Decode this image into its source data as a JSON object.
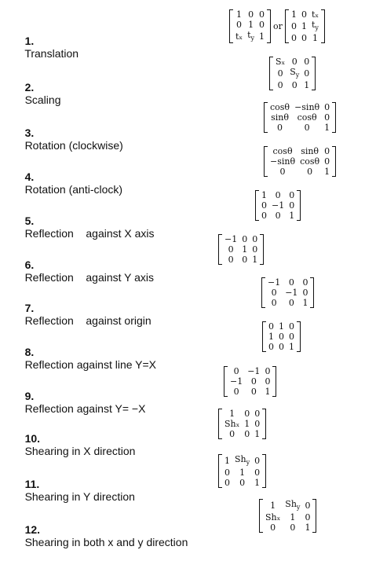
{
  "rows": [
    {
      "number": "1.",
      "title": "Translation",
      "or_text": "or",
      "matrix_a": [
        [
          "1",
          "0",
          "0"
        ],
        [
          "0",
          "1",
          "0"
        ],
        [
          "tₓ",
          "t_y",
          "1"
        ]
      ],
      "matrix_b": [
        [
          "1",
          "0",
          "tₓ"
        ],
        [
          "0",
          "1",
          "t_y"
        ],
        [
          "0",
          "0",
          "1"
        ]
      ]
    },
    {
      "number": "2.",
      "title": "Scaling",
      "matrix": [
        [
          "Sₓ",
          "0",
          "0"
        ],
        [
          "0",
          "S_y",
          "0"
        ],
        [
          "0",
          "0",
          "1"
        ]
      ]
    },
    {
      "number": "3.",
      "title": "Rotation (clockwise)",
      "matrix": [
        [
          "cosθ",
          "−sinθ",
          "0"
        ],
        [
          "sinθ",
          "cosθ",
          "0"
        ],
        [
          "0",
          "0",
          "1"
        ]
      ]
    },
    {
      "number": "4.",
      "title": "Rotation (anti-clock)",
      "matrix": [
        [
          "cosθ",
          "sinθ",
          "0"
        ],
        [
          "−sinθ",
          "cosθ",
          "0"
        ],
        [
          "0",
          "0",
          "1"
        ]
      ]
    },
    {
      "number": "5.",
      "title": "Reflection    against X axis",
      "matrix": [
        [
          "1",
          "0",
          "0"
        ],
        [
          "0",
          "−1",
          "0"
        ],
        [
          "0",
          "0",
          "1"
        ]
      ]
    },
    {
      "number": "6.",
      "title": "Reflection    against Y axis",
      "matrix": [
        [
          "−1",
          "0",
          "0"
        ],
        [
          "0",
          "1",
          "0"
        ],
        [
          "0",
          "0",
          "1"
        ]
      ]
    },
    {
      "number": "7.",
      "title": "Reflection    against origin",
      "matrix": [
        [
          "−1",
          "0",
          "0"
        ],
        [
          "0",
          "−1",
          "0"
        ],
        [
          "0",
          "0",
          "1"
        ]
      ]
    },
    {
      "number": "8.",
      "title": "Reflection against line Y=X",
      "matrix": [
        [
          "0",
          "1",
          "0"
        ],
        [
          "1",
          "0",
          "0"
        ],
        [
          "0",
          "0",
          "1"
        ]
      ]
    },
    {
      "number": "9.",
      "title": "Reflection against Y= −X",
      "matrix": [
        [
          "0",
          "−1",
          "0"
        ],
        [
          "−1",
          "0",
          "0"
        ],
        [
          "0",
          "0",
          "1"
        ]
      ]
    },
    {
      "number": "10.",
      "title": "Shearing in X direction",
      "matrix": [
        [
          "1",
          "0",
          "0"
        ],
        [
          "Shₓ",
          "1",
          "0"
        ],
        [
          "0",
          "0",
          "1"
        ]
      ]
    },
    {
      "number": "11.",
      "title": "Shearing in Y direction",
      "matrix": [
        [
          "1",
          "Sh_y",
          "0"
        ],
        [
          "0",
          "1",
          "0"
        ],
        [
          "0",
          "0",
          "1"
        ]
      ]
    },
    {
      "number": "12.",
      "title": "Shearing in both x and y direction",
      "matrix": [
        [
          "1",
          "Sh_y",
          "0"
        ],
        [
          "Shₓ",
          "1",
          "0"
        ],
        [
          "0",
          "0",
          "1"
        ]
      ]
    }
  ]
}
